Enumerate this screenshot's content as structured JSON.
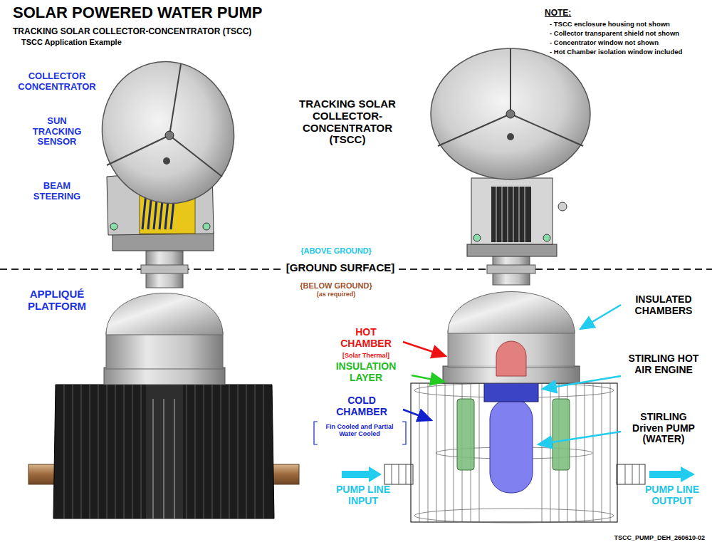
{
  "diagram": {
    "title": "SOLAR POWERED WATER PUMP",
    "labels": [
      "TRACKING SOLAR COLLECTOR-CONCENTRATOR (TSCC)",
      "TSCC Application Example",
      "NOTE:",
      "- TSCC enclosure housing not shown",
      "- Collector transparent shield not shown",
      "- Concentrator window not shown",
      "- Hot Chamber isolation window included",
      "COLLECTOR CONCENTRATOR",
      "SUN TRACKING SENSOR",
      "BEAM STEERING",
      "TRACKING SOLAR COLLECTOR-CONCENTRATOR (TSCC)",
      "{ABOVE GROUND}",
      "[GROUND SURFACE]",
      "{BELOW GROUND}",
      "(as required)",
      "APPLIQUÉ PLATFORM",
      "HOT CHAMBER",
      "[Solar Thermal]",
      "INSULATION LAYER",
      "COLD CHAMBER",
      "Fin Cooled and Partial Water Cooled",
      "INSULATED CHAMBERS",
      "STIRLING HOT AIR ENGINE",
      "STIRLING Driven PUMP (WATER)",
      "PUMP LINE INPUT",
      "PUMP LINE OUTPUT",
      "TSCC_PUMP_DEH_260610-02"
    ]
  }
}
